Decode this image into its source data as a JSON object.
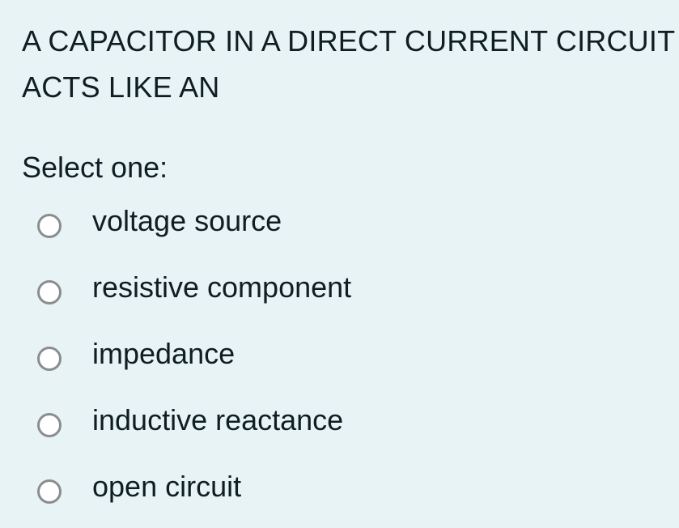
{
  "question": {
    "line1": "A CAPACITOR IN A DIRECT CURRENT CIRCUIT",
    "line2": "ACTS LIKE AN"
  },
  "prompt": "Select one:",
  "options": [
    {
      "label": "voltage source",
      "selected": false
    },
    {
      "label": "resistive component",
      "selected": false
    },
    {
      "label": "impedance",
      "selected": false
    },
    {
      "label": "inductive reactance",
      "selected": false
    },
    {
      "label": "open circuit",
      "selected": false
    }
  ]
}
